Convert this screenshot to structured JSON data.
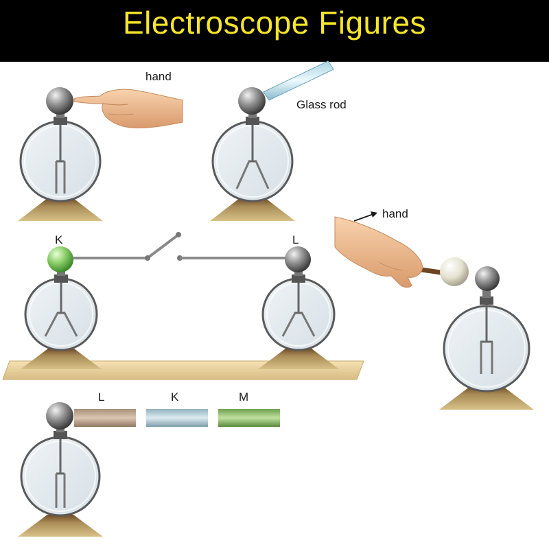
{
  "title": "Electroscope Figures",
  "labels": {
    "hand_top": "hand",
    "glass_rod": "Glass rod",
    "K": "K",
    "L": "L",
    "hand_right": "hand",
    "rod_L": "L",
    "rod_K": "K",
    "rod_M": "M"
  },
  "colors": {
    "banner": "#000000",
    "title": "#f5e52a",
    "base": "#c9ae6c",
    "shelf": "#efd7a3",
    "sphere": "#6e6e6e",
    "sphere_charged_green": "#8ccf6a",
    "pith_ball": "#e4e1cf",
    "rod_L": "#c9b09a",
    "rod_K": "#b9d3dc",
    "rod_M": "#9bc47a"
  }
}
